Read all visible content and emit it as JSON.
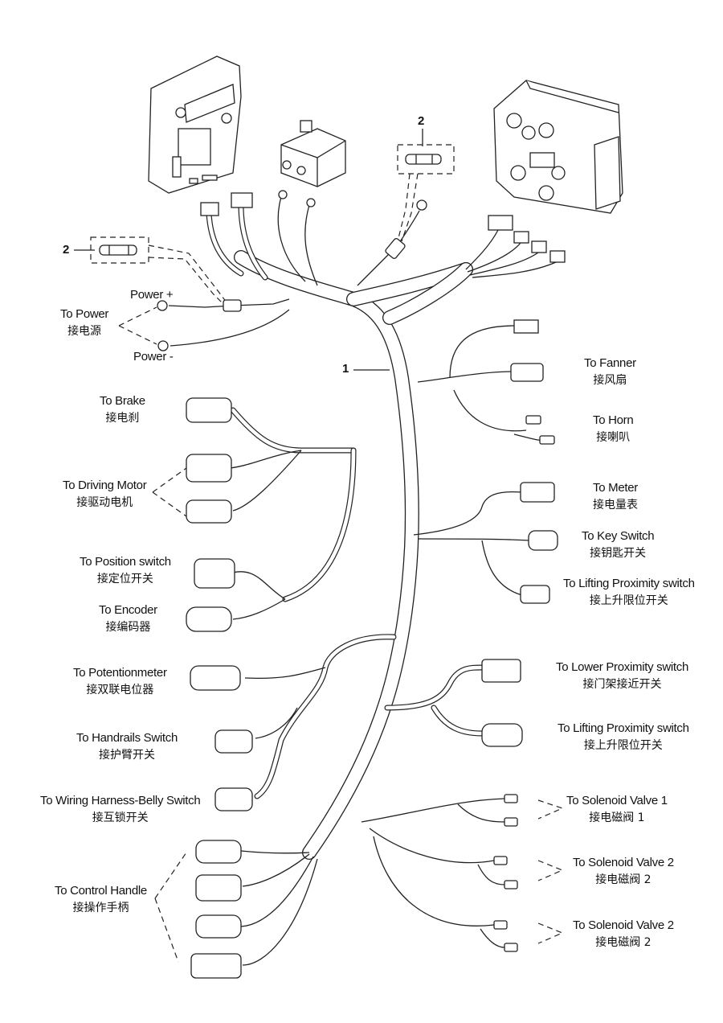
{
  "diagram": {
    "type": "wiring-harness-exploded-view",
    "callouts": [
      {
        "id": "harness",
        "number": "1"
      },
      {
        "id": "fuse-top",
        "number": "2"
      },
      {
        "id": "fuse-left",
        "number": "2"
      }
    ],
    "power": {
      "plus_label": "Power +",
      "minus_label": "Power -",
      "to_en": "To Power",
      "to_cn": "接电源"
    },
    "left_labels": [
      {
        "en": "To  Brake",
        "cn": "接电刹"
      },
      {
        "en": "To Driving Motor",
        "cn": "接驱动电机"
      },
      {
        "en": "To Position switch",
        "cn": "接定位开关"
      },
      {
        "en": "To Encoder",
        "cn": "接编码器"
      },
      {
        "en": "To Potentionmeter",
        "cn": "接双联电位器"
      },
      {
        "en": "To  Handrails Switch",
        "cn": "接护臂开关"
      },
      {
        "en": "To  Wiring Harness-Belly Switch",
        "cn": "接互锁开关"
      },
      {
        "en": "To Control Handle",
        "cn": "接操作手柄"
      }
    ],
    "right_labels": [
      {
        "en": "To  Fanner",
        "cn": "接风扇"
      },
      {
        "en": "To Horn",
        "cn": "接喇叭"
      },
      {
        "en": "To Meter",
        "cn": "接电量表"
      },
      {
        "en": "To Key Switch",
        "cn": "接钥匙开关"
      },
      {
        "en": "To  Lifting Proximity switch",
        "cn": "接上升限位开关"
      },
      {
        "en": "To  Lower Proximity switch",
        "cn": "接门架接近开关"
      },
      {
        "en": "To  Lifting Proximity switch",
        "cn": "接上升限位开关"
      },
      {
        "en": "To Solenoid Valve 1",
        "cn": "接电磁阀 1"
      },
      {
        "en": "To Solenoid Valve 2",
        "cn": "接电磁阀 2"
      },
      {
        "en": "To Solenoid Valve 2",
        "cn": "接电磁阀 2"
      }
    ],
    "components": [
      {
        "name": "controller-left",
        "icon": "controller-module-icon"
      },
      {
        "name": "contactor",
        "icon": "contactor-icon"
      },
      {
        "name": "controller-right",
        "icon": "motor-controller-icon"
      },
      {
        "name": "fuse",
        "icon": "fuse-icon"
      }
    ]
  }
}
